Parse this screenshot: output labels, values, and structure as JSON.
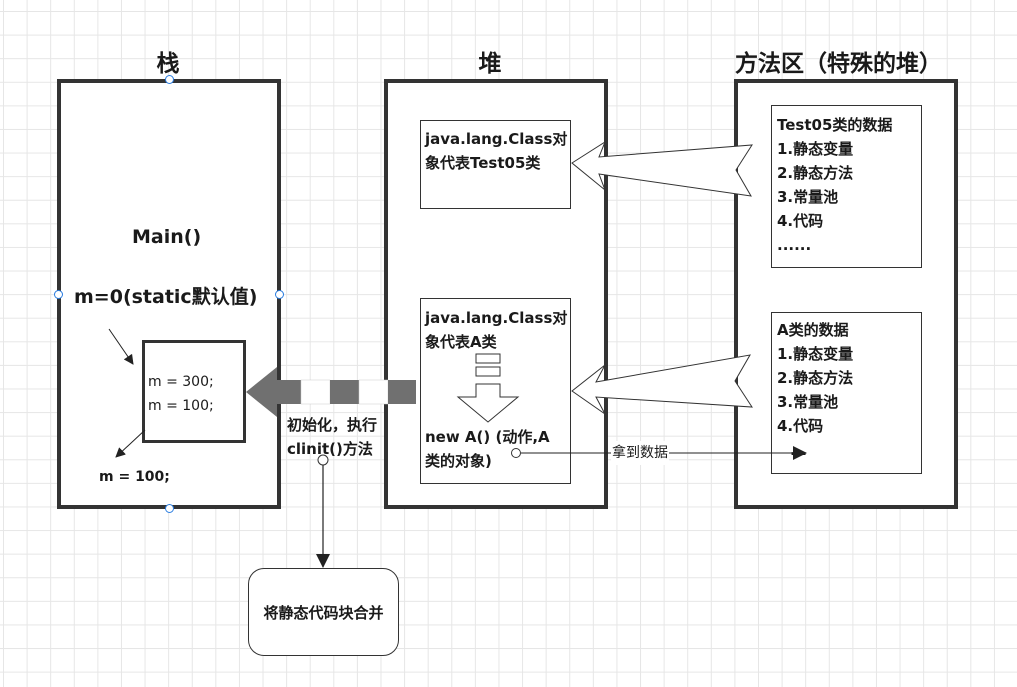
{
  "regions": {
    "stack": {
      "title": "栈"
    },
    "heap": {
      "title": "堆"
    },
    "method_area": {
      "title": "方法区（特殊的堆）"
    }
  },
  "stack": {
    "main_label": "Main()",
    "m_default": "m=0(static默认值)",
    "inner_lines": [
      "m = 300;",
      "m = 100;"
    ],
    "result": "m = 100;"
  },
  "heap": {
    "class_obj_test05": [
      "java.lang.Class对",
      "象代表Test05类"
    ],
    "class_obj_a": [
      "java.lang.Class对",
      "象代表A类"
    ],
    "new_a": [
      "new A() (动作,A",
      "类的对象)"
    ]
  },
  "method_area": {
    "test05_data": [
      "Test05类的数据",
      "1.静态变量",
      "2.静态方法",
      "3.常量池",
      "4.代码",
      "......"
    ],
    "a_data": [
      "A类的数据",
      "1.静态变量",
      "2.静态方法",
      "3.常量池",
      "4.代码",
      "..."
    ]
  },
  "connectors": {
    "init_label": [
      "初始化，执行",
      "clinit()方法"
    ],
    "get_data_label": "拿到数据"
  },
  "merge_box": {
    "label": "将静态代码块合并"
  },
  "colors": {
    "border": "#333333",
    "grid": "#e6e6e6",
    "handle": "#2a7de1",
    "arrow_fill": "#707070"
  }
}
